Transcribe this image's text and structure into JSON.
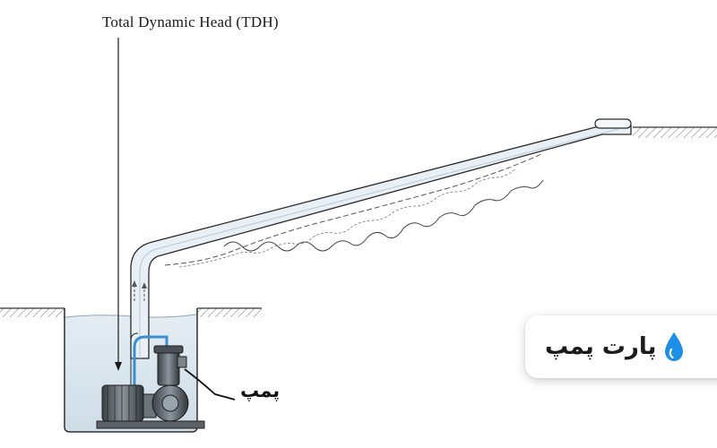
{
  "diagram": {
    "tdh_label": "Total Dynamic Head (TDH)",
    "pump_label": "پمپ"
  },
  "brand": {
    "name": "پارت پمپ",
    "icon": "water-drop-icon",
    "accent_color": "#1e8fe6"
  },
  "colors": {
    "water": "#d9e6ee",
    "pipe_fill": "#e8f0f5",
    "line": "#2a2a2a",
    "flow_blue": "#3c8fd2"
  }
}
